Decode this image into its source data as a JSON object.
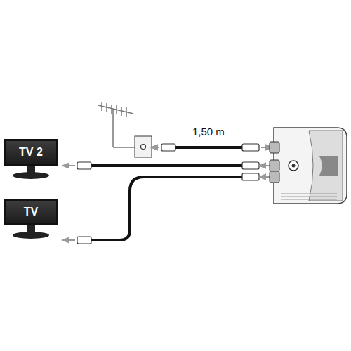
{
  "diagram": {
    "nodes": [
      {
        "text": [
          "TV 2"
        ]
      },
      {
        "text": [
          "TV"
        ]
      }
    ],
    "labels": [
      "1,50 m"
    ]
  }
}
